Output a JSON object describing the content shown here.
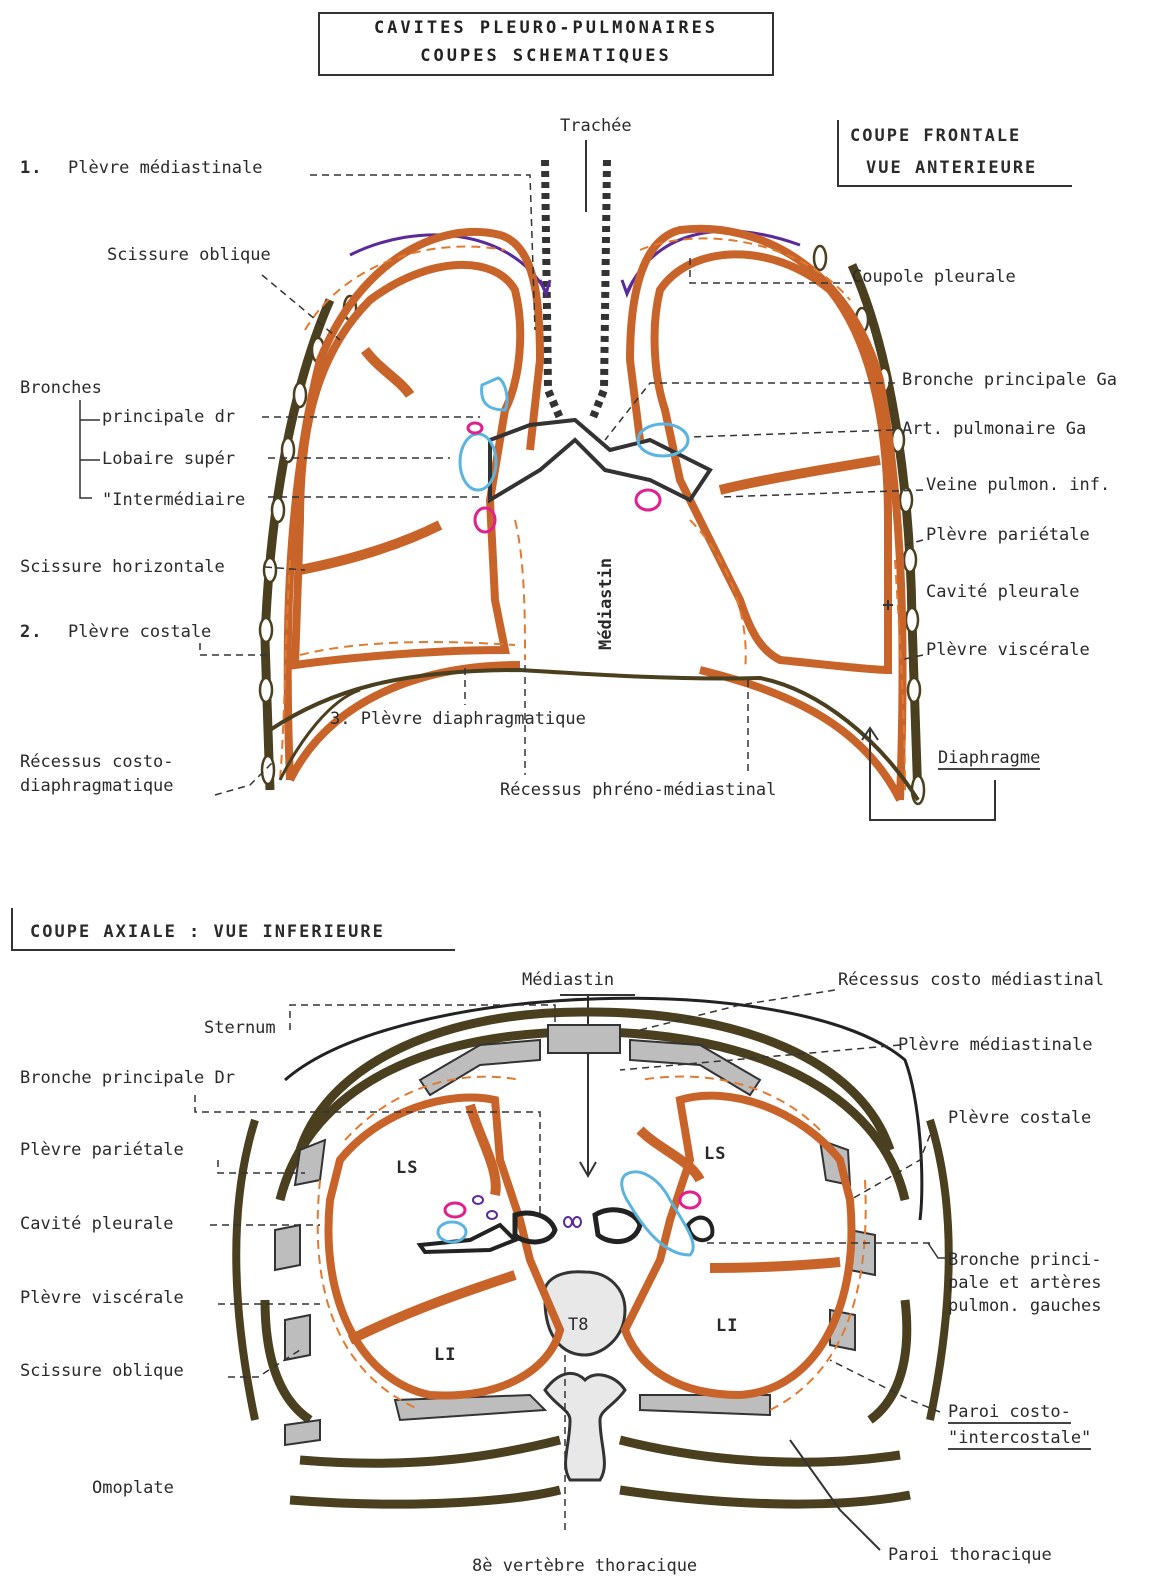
{
  "title": {
    "line1": "CAVITES    PLEURO-PULMONAIRES",
    "line2": "COUPES  SCHEMATIQUES"
  },
  "frontal": {
    "heading1": "COUPE  FRONTALE",
    "heading2": "VUE ANTERIEURE",
    "labels": {
      "trachee": "Trachée",
      "n1": "1.",
      "plevre_med": "Plèvre médiastinale",
      "scissure_oblique": "Scissure oblique",
      "bronches": "Bronches",
      "principale_dr": "principale dr",
      "lobaire_super": "Lobaire supér",
      "intermediaire": "\"Intermédiaire",
      "scissure_horiz": "Scissure horizontale",
      "n2": "2.",
      "plevre_costale": "Plèvre costale",
      "plevre_diaph": "3. Plèvre diaphragmatique",
      "recessus_costo_1": "Récessus costo-",
      "recessus_costo_2": "diaphragmatique",
      "recessus_phreno": "Récessus phréno-médiastinal",
      "mediastin": "Médiastin",
      "coupole": "Coupole  pleurale",
      "bronche_ga": "Bronche principale Ga",
      "art_pulm_ga": "Art. pulmonaire Ga",
      "veine_pulm": "Veine pulmon. inf.",
      "plevre_parietale": "Plèvre pariétale",
      "cavite_pleurale": "Cavité pleurale",
      "plevre_viscerale": "Plèvre viscérale",
      "diaphragme": "Diaphragme"
    }
  },
  "axial": {
    "heading": "COUPE AXIALE : VUE INFERIEURE",
    "labels": {
      "mediastin": "Médiastin",
      "recessus_costo_med": "Récessus costo médiastinal",
      "sternum": "Sternum",
      "plevre_med": "Plèvre médiastinale",
      "bronche_dr": "Bronche principale Dr",
      "plevre_costale": "Plèvre costale",
      "plevre_parietale": "Plèvre pariétale",
      "cavite_pleurale": "Cavité pleurale",
      "bronche_princi_1": "Bronche princi-",
      "bronche_princi_2": "pale et artères",
      "bronche_princi_3": "pulmon. gauches",
      "plevre_viscerale": "Plèvre viscérale",
      "scissure_oblique": "Scissure oblique",
      "paroi_costo_1": "Paroi costo-",
      "paroi_costo_2": "\"intercostale\"",
      "omoplate": "Omoplate",
      "paroi_thoracique": "Paroi thoracique",
      "vertebre": "8è vertèbre thoracique",
      "ls_left": "LS",
      "ls_right": "LS",
      "li_left": "LI",
      "li_right": "LI",
      "t8": "T8"
    }
  },
  "colors": {
    "lung_orange": "#c8642a",
    "pleura_dash": "#e07a30",
    "wall_brown": "#4a3f1e",
    "artery_blue": "#5ab4e0",
    "vein_pink": "#e0208c",
    "purple": "#5a2a9a"
  }
}
